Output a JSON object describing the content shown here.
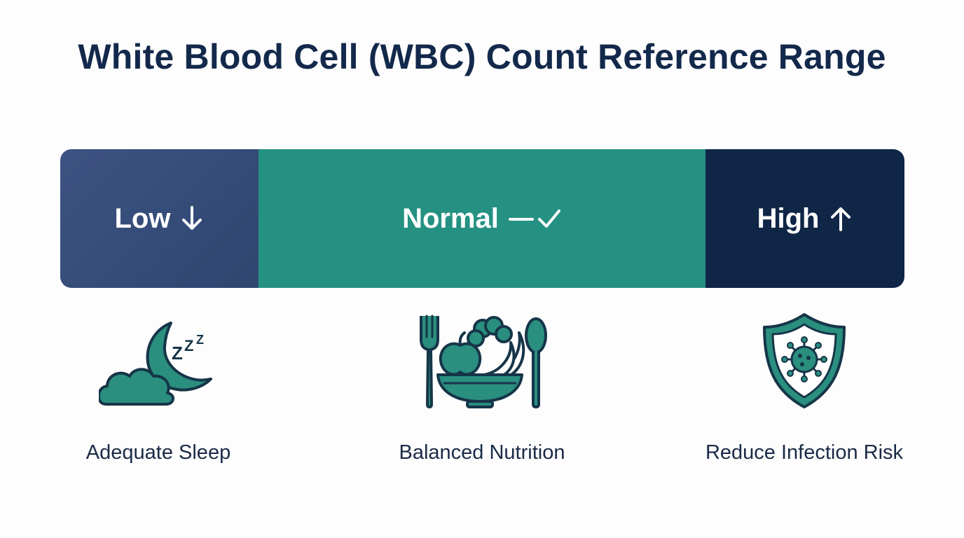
{
  "title": "White Blood Cell (WBC) Count Reference Range",
  "colors": {
    "title": "#13294b",
    "low": "#34497a",
    "normal": "#259183",
    "high": "#0f2647",
    "icon_fill": "#2a8f7f",
    "icon_stroke": "#163548"
  },
  "range": [
    {
      "key": "low",
      "label": "Low",
      "indicator": "arrow-down-icon"
    },
    {
      "key": "normal",
      "label": "Normal",
      "indicator": "dash-check-icon"
    },
    {
      "key": "high",
      "label": "High",
      "indicator": "arrow-up-icon"
    }
  ],
  "tips": [
    {
      "label": "Adequate Sleep",
      "icon": "moon-cloud-sleep-icon"
    },
    {
      "label": "Balanced Nutrition",
      "icon": "food-bowl-utensils-icon"
    },
    {
      "label": "Reduce Infection Risk",
      "icon": "shield-virus-icon"
    }
  ]
}
